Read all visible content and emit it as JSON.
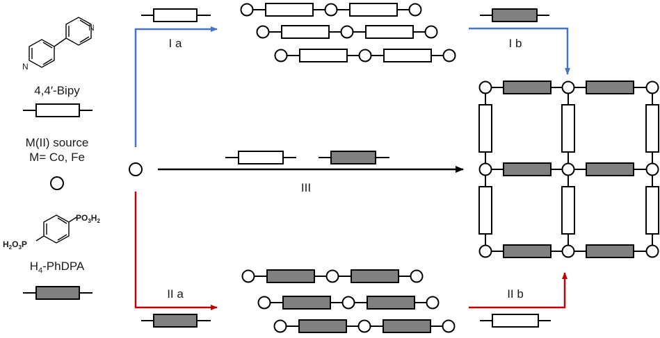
{
  "legend": {
    "bipy_label": "4,4′-Bipy",
    "metal_line1": "M(II) source",
    "metal_line2": "M= Co, Fe",
    "phdpa_label_main": "H",
    "phdpa_label_sub": "4",
    "phdpa_label_rest": "-PhDPA",
    "bipy_ring_atom": "N",
    "phdpa_group_top_main": "PO",
    "phdpa_group_top_sub1": "3",
    "phdpa_group_top_mid": "H",
    "phdpa_group_top_sub2": "2",
    "phdpa_group_left_main": "H",
    "phdpa_group_left_sub1": "2",
    "phdpa_group_left_mid": "O",
    "phdpa_group_left_sub2": "3",
    "phdpa_group_left_end": "P"
  },
  "routes": {
    "Ia": "I a",
    "Ib": "I b",
    "IIa": "II a",
    "IIb": "II b",
    "III": "III"
  },
  "colors": {
    "route_I": "#4472c4",
    "route_II": "#c00000",
    "route_III": "#000000",
    "linker_fill_phdpa": "#808080",
    "linker_fill_bipy": "#ffffff"
  }
}
